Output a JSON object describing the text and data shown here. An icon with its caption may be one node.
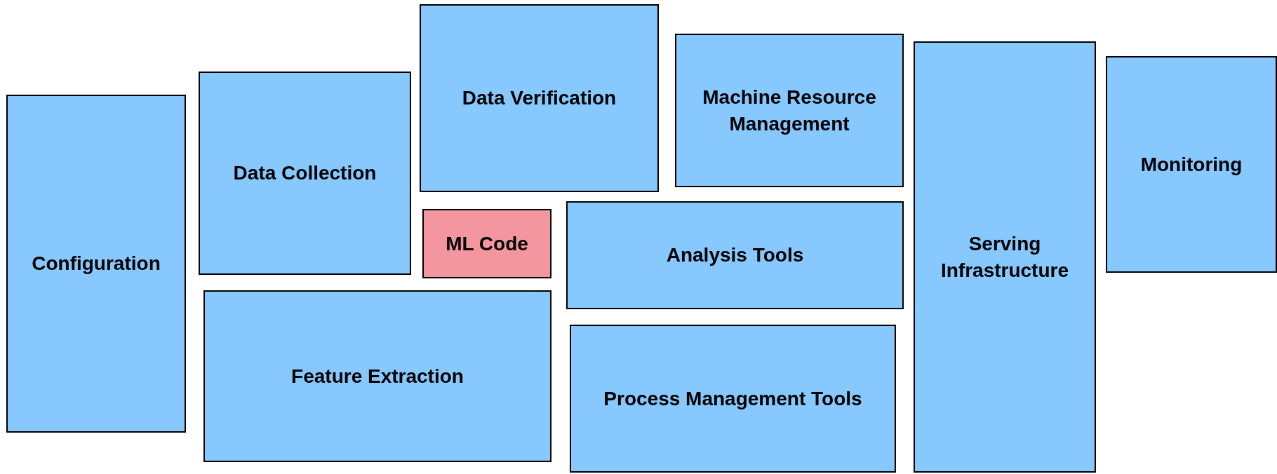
{
  "diagram": {
    "nodes": [
      {
        "text": [
          "Configuration"
        ]
      },
      {
        "text": [
          "Data Collection"
        ]
      },
      {
        "text": [
          "Data Verification"
        ]
      },
      {
        "text": [
          "Machine Resource Management"
        ]
      },
      {
        "text": [
          "Monitoring"
        ]
      },
      {
        "text": [
          "ML Code"
        ]
      },
      {
        "text": [
          "Analysis Tools"
        ]
      },
      {
        "text": [
          "Serving Infrastructure"
        ]
      },
      {
        "text": [
          "Feature Extraction"
        ]
      },
      {
        "text": [
          "Process Management Tools"
        ]
      }
    ],
    "edges": []
  }
}
